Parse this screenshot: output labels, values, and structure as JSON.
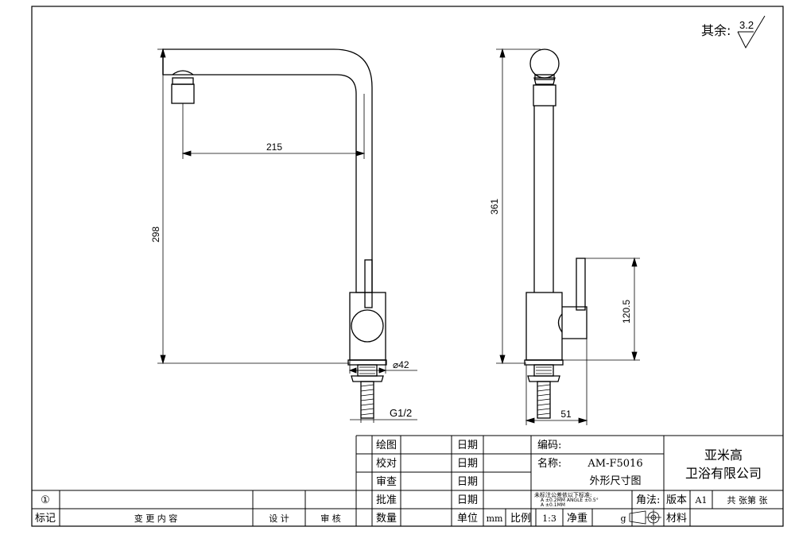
{
  "roughness": {
    "label": "其余:",
    "value": "3.2"
  },
  "dims": {
    "spout_reach": "215",
    "height_front": "298",
    "height_side": "361",
    "handle_height": "120.5",
    "body_dia": "⌀42",
    "thread": "G1/2",
    "depth": "51"
  },
  "title_block": {
    "drawn": "绘图",
    "checked": "校对",
    "reviewed": "审查",
    "approved": "批准",
    "date": "日期",
    "code_label": "编码:",
    "name_label": "名称:",
    "model": "AM-F5016",
    "drawing_title": "外形尺寸图",
    "company_line1": "亚米高",
    "company_line2": "卫浴有限公司",
    "tolerance_title": "未标注公差依以下标准:",
    "tolerance_detail": "A  ±0.2MM  ANGLE ±0.5°",
    "tolerance_detail2": "A  ±0.1MM",
    "projection": "角法:",
    "version": "版本",
    "version_val": "A1",
    "sheets": "共 张第 张",
    "material": "材料",
    "mark": "标记",
    "change_content": "变 更 内 容",
    "design": "设 计",
    "audit": "审 核",
    "quantity": "数量",
    "unit": "单位",
    "unit_val": "mm",
    "scale": "比例",
    "scale_val": "1:3",
    "net_weight": "净重",
    "weight_unit": "g",
    "rev_marker": "①"
  }
}
